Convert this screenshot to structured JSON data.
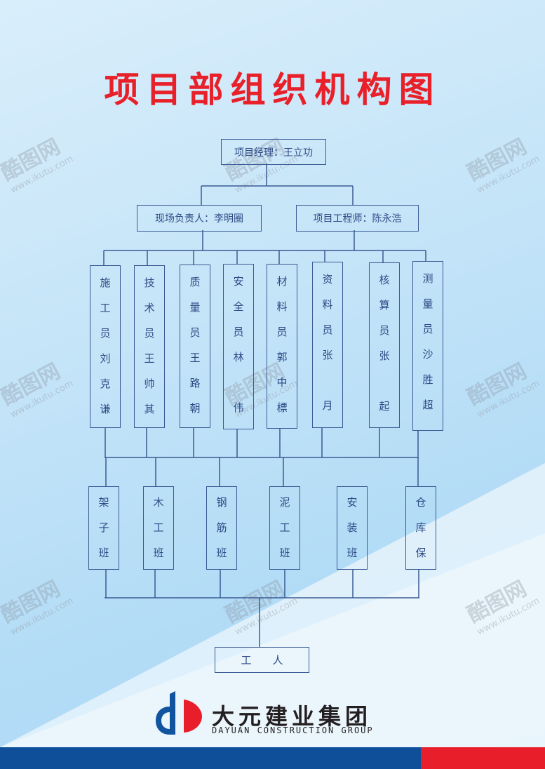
{
  "title": "项目部组织机构图",
  "level1": {
    "label": "项目经理：王立功"
  },
  "level2": [
    {
      "label": "现场负责人：李明圈"
    },
    {
      "label": "项目工程师：陈永浩"
    }
  ],
  "level3": [
    {
      "chars": [
        "施",
        "工",
        "员",
        "刘",
        "克",
        "谦"
      ]
    },
    {
      "chars": [
        "技",
        "术",
        "员",
        "王",
        "帅",
        "其"
      ]
    },
    {
      "chars": [
        "质",
        "量",
        "员",
        "王",
        "路",
        "朝"
      ]
    },
    {
      "chars": [
        "安",
        "全",
        "员",
        "林",
        "",
        "伟"
      ]
    },
    {
      "chars": [
        "材",
        "料",
        "员",
        "郭",
        "中",
        "標"
      ]
    },
    {
      "chars": [
        "资",
        "料",
        "员",
        "张",
        "",
        "月"
      ]
    },
    {
      "chars": [
        "核",
        "算",
        "员",
        "张",
        "",
        "起"
      ]
    },
    {
      "chars": [
        "测",
        "量",
        "员",
        "沙",
        "胜",
        "超"
      ]
    }
  ],
  "level4": [
    {
      "chars": [
        "架",
        "子",
        "班"
      ]
    },
    {
      "chars": [
        "木",
        "工",
        "班"
      ]
    },
    {
      "chars": [
        "钢",
        "筋",
        "班"
      ]
    },
    {
      "chars": [
        "泥",
        "工",
        "班"
      ]
    },
    {
      "chars": [
        "安",
        "装",
        "班"
      ]
    },
    {
      "chars": [
        "仓",
        "库",
        "保"
      ]
    }
  ],
  "level5": {
    "label": "工　　人"
  },
  "logo": {
    "cn": "大元建业集团",
    "en": "DAYUAN CONSTRUCTION GROUP"
  },
  "watermark": {
    "brand": "酷图网",
    "url": "www.ikutu.com"
  },
  "colors": {
    "title": "#e8202a",
    "line": "#3a5a94",
    "band_blue": "#0f4e99",
    "band_red": "#e81e2a"
  }
}
